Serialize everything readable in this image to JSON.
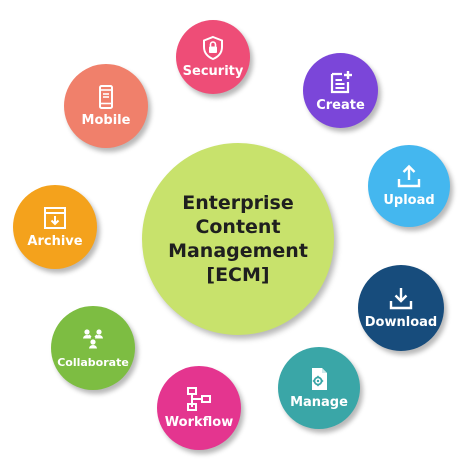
{
  "center": {
    "lines": [
      "Enterprise",
      "Content",
      "Management",
      "[ECM]"
    ],
    "color": "#c8e26c"
  },
  "nodes": [
    {
      "label": "Security",
      "icon": "shield-lock-icon",
      "color": "#ee4d77"
    },
    {
      "label": "Create",
      "icon": "document-add-icon",
      "color": "#7b46d9"
    },
    {
      "label": "Upload",
      "icon": "upload-icon",
      "color": "#44b7ef"
    },
    {
      "label": "Download",
      "icon": "download-icon",
      "color": "#174c7c"
    },
    {
      "label": "Manage",
      "icon": "manage-document-icon",
      "color": "#3aa6a7"
    },
    {
      "label": "Workflow",
      "icon": "workflow-icon",
      "color": "#e4358f"
    },
    {
      "label": "Collaborate",
      "icon": "collaborate-icon",
      "color": "#7dbd42"
    },
    {
      "label": "Archive",
      "icon": "archive-icon",
      "color": "#f4a21c"
    },
    {
      "label": "Mobile",
      "icon": "mobile-icon",
      "color": "#f0806b"
    }
  ]
}
